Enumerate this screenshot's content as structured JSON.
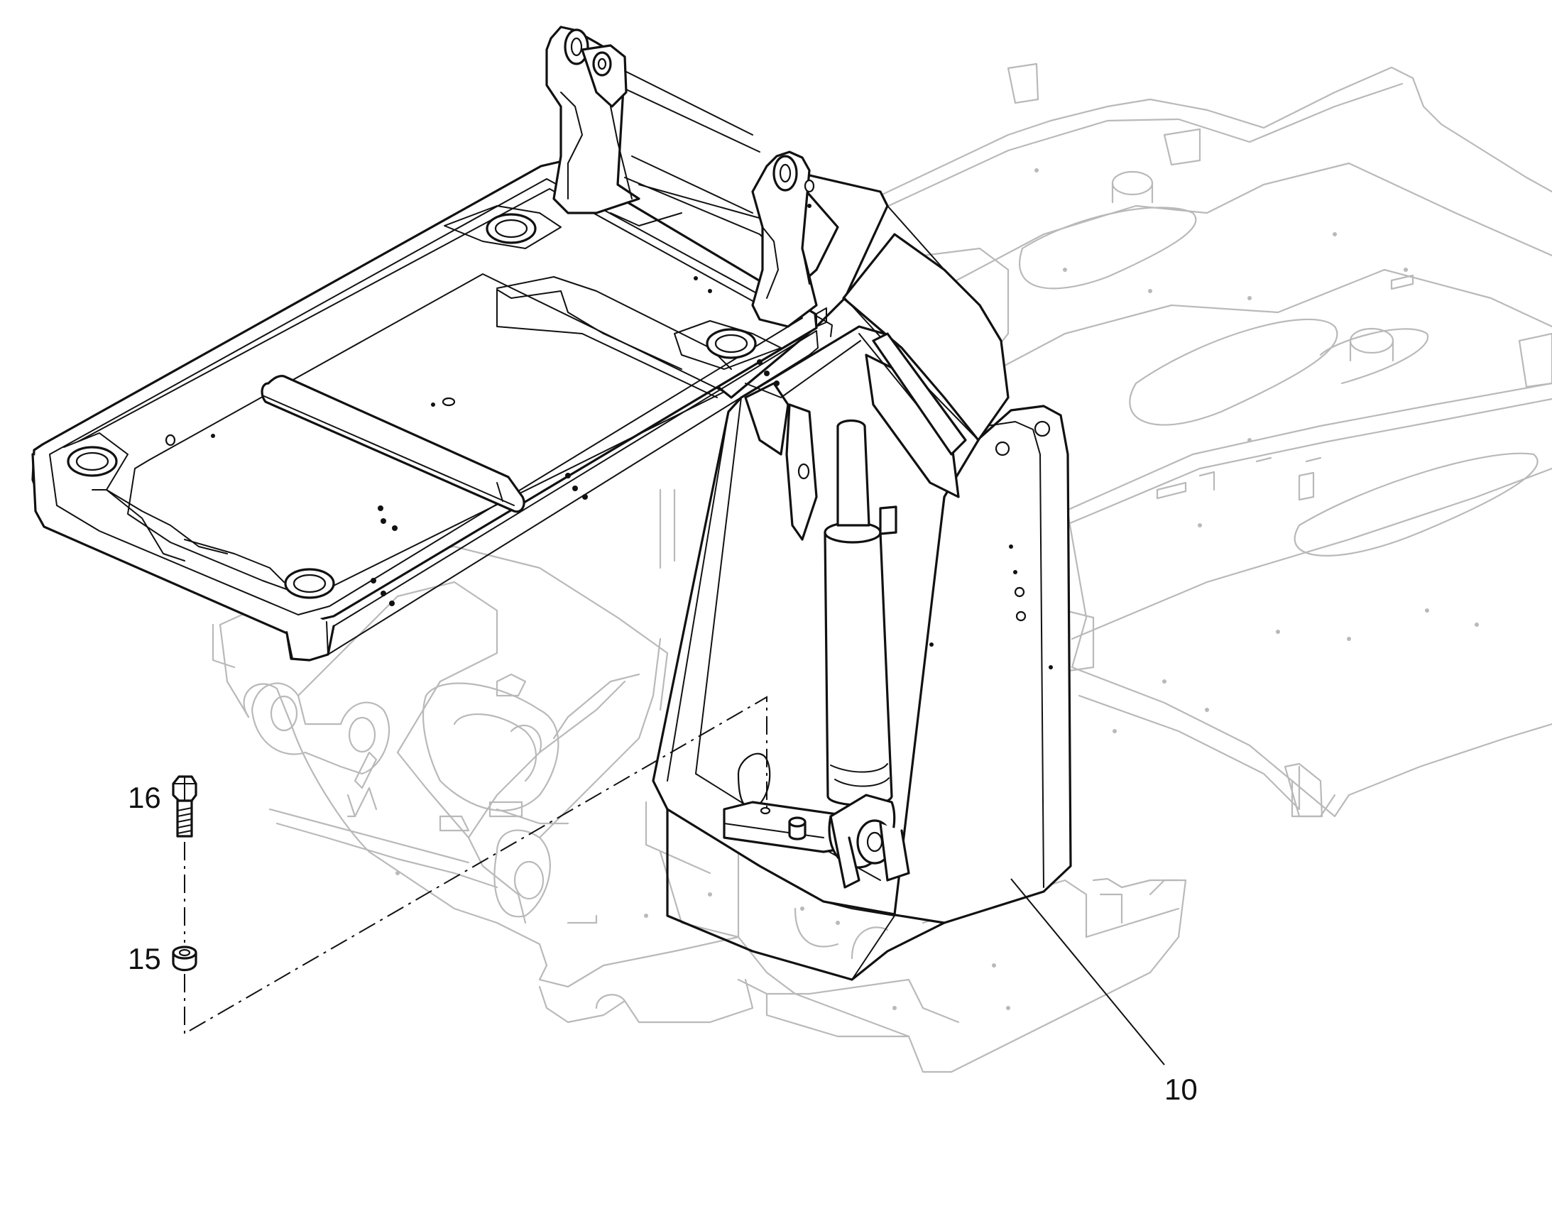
{
  "callouts": [
    {
      "id": "item-16",
      "label": "16"
    },
    {
      "id": "item-15",
      "label": "15"
    },
    {
      "id": "item-10",
      "label": "10"
    }
  ],
  "colors": {
    "line": "#111111",
    "ghost_line": "#b9b9b9",
    "background": "#ffffff"
  }
}
